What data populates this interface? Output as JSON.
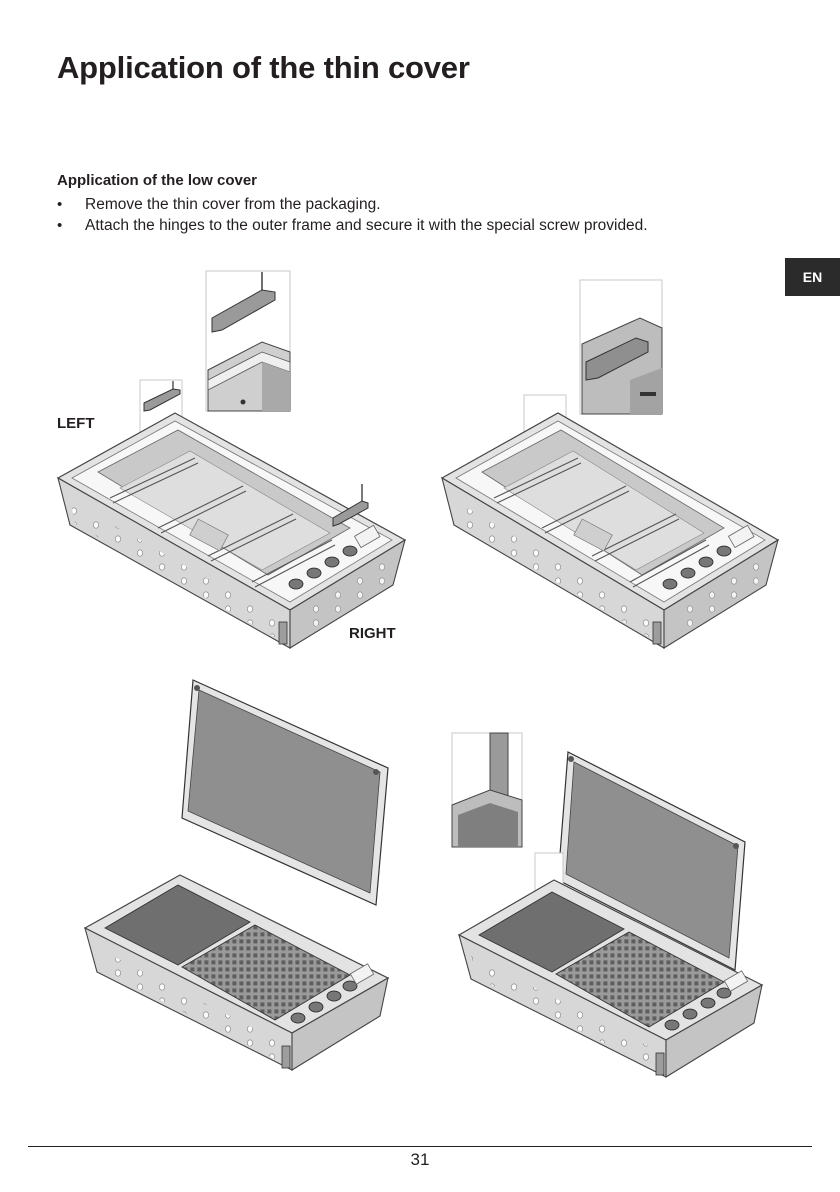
{
  "page": {
    "title": "Application of the thin cover",
    "section_heading": "Application of the low cover",
    "steps": [
      "Remove the thin cover from the packaging.",
      "Attach the hinges to the outer frame and secure it with the special screw provided."
    ],
    "language_tab": "EN",
    "page_number": "31"
  },
  "figures": {
    "label_left": "LEFT",
    "label_right": "RIGHT"
  },
  "colors": {
    "text": "#231f20",
    "tab_bg": "#2b2b2b",
    "metal_light": "#d9d9d9",
    "metal_mid": "#bdbdbd",
    "metal_dark": "#8c8c8c",
    "cover_gray": "#8f8f8f"
  }
}
